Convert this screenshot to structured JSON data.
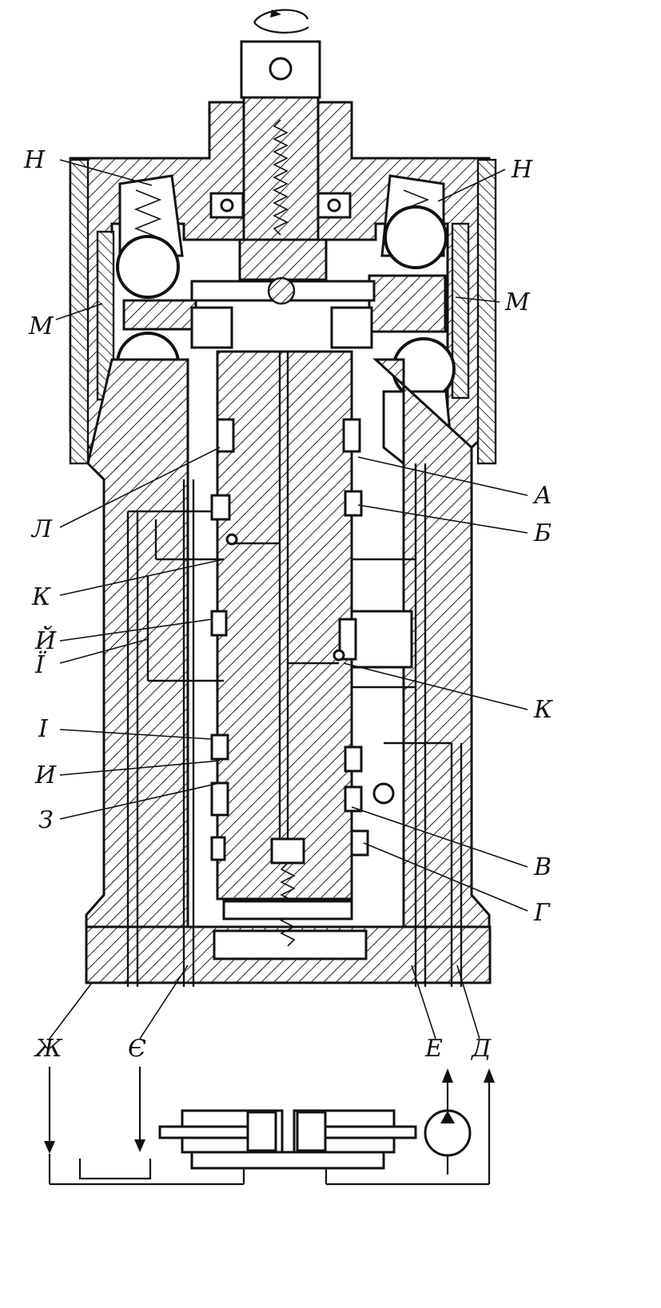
{
  "labels": {
    "N_left": "Н",
    "N_right": "Н",
    "M_left": "М",
    "M_right": "М",
    "A": "А",
    "B": "Б",
    "L": "Л",
    "K_left": "К",
    "K_right": "К",
    "Y": "Й",
    "YI": "Ї",
    "I": "І",
    "Y_I": "И",
    "Z": "З",
    "V": "В",
    "G": "Г",
    "ZH": "Ж",
    "YE": "Є",
    "E": "Е",
    "D": "Д"
  }
}
